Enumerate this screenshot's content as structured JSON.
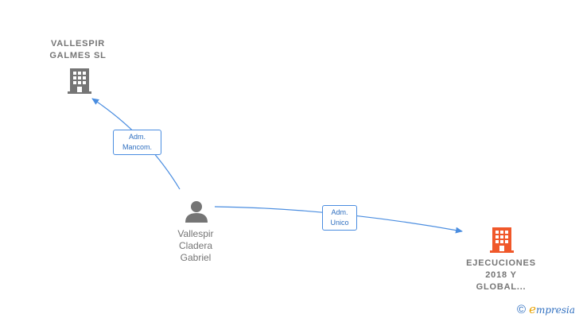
{
  "nodes": {
    "vallespir_galmes": {
      "label": "VALLESPIR\nGALMES SL",
      "icon": "building-icon",
      "color": "#757575"
    },
    "person": {
      "label": "Vallespir\nCladera\nGabriel",
      "icon": "person-icon",
      "color": "#757575"
    },
    "ejecuciones": {
      "label": "EJECUCIONES\n2018 Y\nGLOBAL...",
      "icon": "building-icon",
      "color": "#f0582a"
    }
  },
  "edges": {
    "adm_mancom": {
      "label": "Adm.\nMancom."
    },
    "adm_unico": {
      "label": "Adm.\nUnico"
    }
  },
  "colors": {
    "edge": "#4a8de0"
  },
  "brand": {
    "copyright": "©",
    "e": "e",
    "rest": "mpresia"
  }
}
